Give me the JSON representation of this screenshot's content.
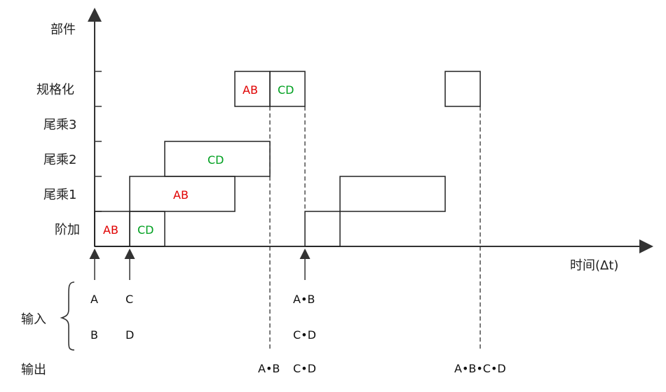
{
  "y_axis_label": "部件",
  "x_axis_label": "时间(Δt)",
  "rows": [
    "规格化",
    "尾乘3",
    "尾乘2",
    "尾乘1",
    "阶加"
  ],
  "boxes": {
    "norm_ab": "AB",
    "norm_cd": "CD",
    "tail2_cd": "CD",
    "tail1_ab": "AB",
    "add_ab": "AB",
    "add_cd": "CD"
  },
  "input_label": "输入",
  "output_label": "输出",
  "inputs": {
    "col1_top": "A",
    "col1_bottom": "B",
    "col2_top": "C",
    "col2_bottom": "D",
    "col3_top": "A•B",
    "col3_bottom": "C•D"
  },
  "outputs": {
    "out1": "A•B",
    "out2": "C•D",
    "out3": "A•B•C•D"
  },
  "colors": {
    "ab": "#e00000",
    "cd": "#00a020",
    "line": "#222222"
  }
}
